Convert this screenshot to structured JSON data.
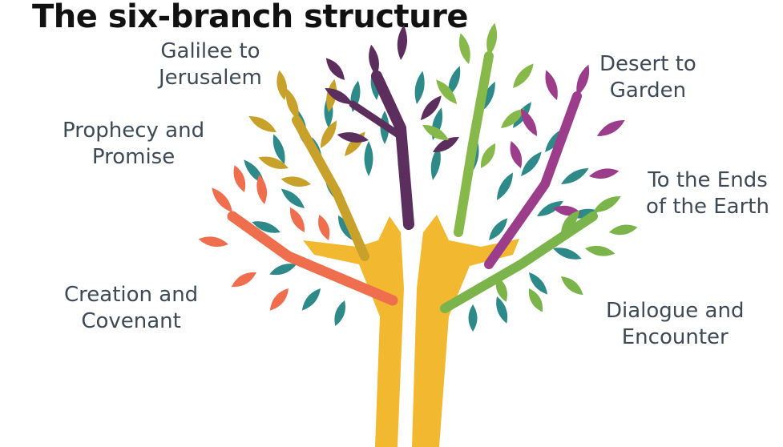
{
  "title": "The six-branch structure",
  "branches": [
    {
      "line1": "Galilee to",
      "line2": "Jerusalem",
      "color": "#c8a12a"
    },
    {
      "line1": "Prophecy and",
      "line2": "Promise",
      "color": "#5c2e5e"
    },
    {
      "line1": "Creation and",
      "line2": "Covenant",
      "color": "#ee6e4e"
    },
    {
      "line1": "Desert to",
      "line2": "Garden",
      "color": "#86b94a"
    },
    {
      "line1": "To the Ends",
      "line2": "of the Earth",
      "color": "#9b3d8a"
    },
    {
      "line1": "Dialogue and",
      "line2": "Encounter",
      "color": "#7ab44a"
    }
  ],
  "colors": {
    "trunk": "#f2b830",
    "trunk_shadow": "#d99a1c",
    "foliage": "#2e8a88",
    "text": "#3d4a55"
  }
}
